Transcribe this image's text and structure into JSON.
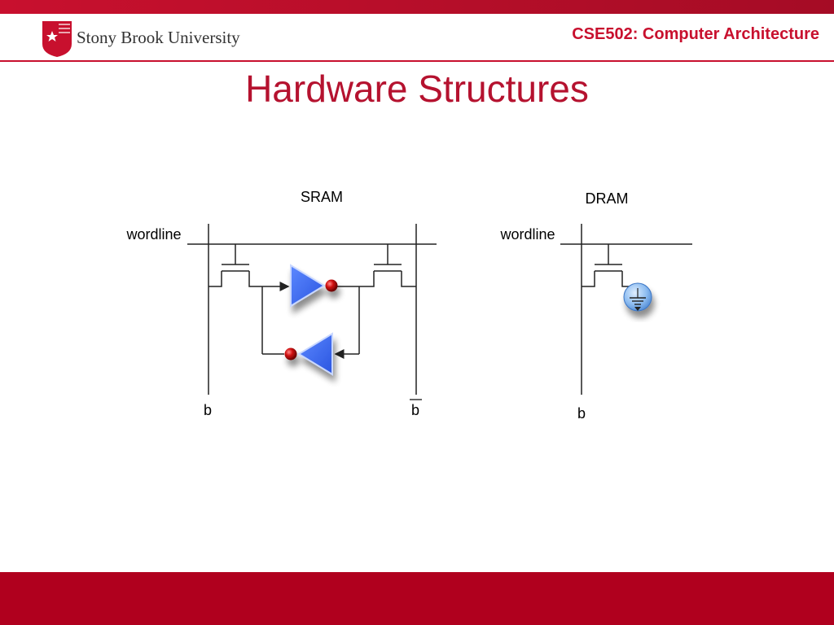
{
  "header": {
    "logo_text": "Stony Brook University",
    "course": "CSE502: Computer Architecture"
  },
  "slide": {
    "title": "Hardware Structures"
  },
  "sram": {
    "label": "SRAM",
    "wordline_label": "wordline",
    "bitline_left": "b",
    "bitline_right": "b"
  },
  "dram": {
    "label": "DRAM",
    "wordline_label": "wordline",
    "bitline": "b"
  },
  "colors": {
    "brand": "#c8102e",
    "footer": "#b0001e",
    "inverter": "#3366ff",
    "capacitor": "#6ba4e8"
  }
}
